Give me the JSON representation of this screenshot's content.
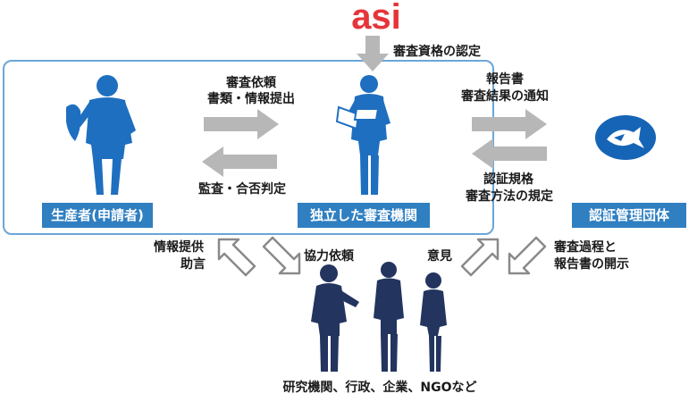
{
  "logo": {
    "text": "asi",
    "color": "#e6343a"
  },
  "labels": {
    "accreditation": "審査資格の認定",
    "audit_request_1": "審査依頼",
    "audit_request_2": "書類・情報提出",
    "audit_judgement": "監査・合否判定",
    "report_1": "報告書",
    "report_2": "審査結果の通知",
    "standard_1": "認証規格",
    "standard_2": "審査方法の規定",
    "info_1": "情報提供",
    "info_2": "助言",
    "cooperation": "協力依頼",
    "opinion": "意見",
    "disclosure_1": "審査過程と",
    "disclosure_2": "報告書の開示",
    "stakeholders": "研究機関、行政、企業、NGOなど"
  },
  "boxes": {
    "producer": "生産者(申請者)",
    "auditor": "独立した審査機関",
    "cert_body": "認証管理団体"
  },
  "colors": {
    "box_blue": "#2f7fc1",
    "figure_blue": "#1f6fc0",
    "figure_navy": "#23345f",
    "arrow_gray": "#b7b7b7",
    "frame_blue": "#6aa6d8",
    "msc_blue": "#1664b6"
  },
  "icons": [
    "fisherman-icon",
    "businessman-icon",
    "msc-logo-icon",
    "stakeholders-icon"
  ]
}
